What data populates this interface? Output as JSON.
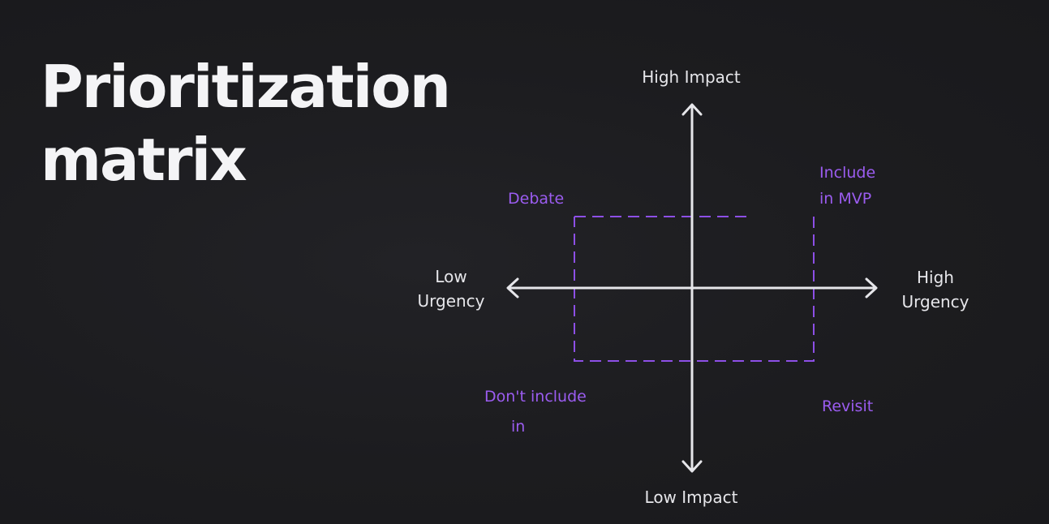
{
  "title": {
    "line1": "Prioritization",
    "line2": "matrix"
  },
  "axes": {
    "top": "High Impact",
    "bottom": "Low Impact",
    "left": [
      "Low",
      "Urgency"
    ],
    "right": [
      "High",
      "Urgency"
    ]
  },
  "quadrants": {
    "top_left": "Debate",
    "top_right": [
      "Include",
      "in MVP"
    ],
    "bottom_left": [
      "Don't include",
      "in"
    ],
    "bottom_right": "Revisit"
  },
  "colors": {
    "background": "#1c1c1f",
    "text": "#f4f4f6",
    "axis": "#e6e6ea",
    "accent": "#9b5cf0"
  }
}
